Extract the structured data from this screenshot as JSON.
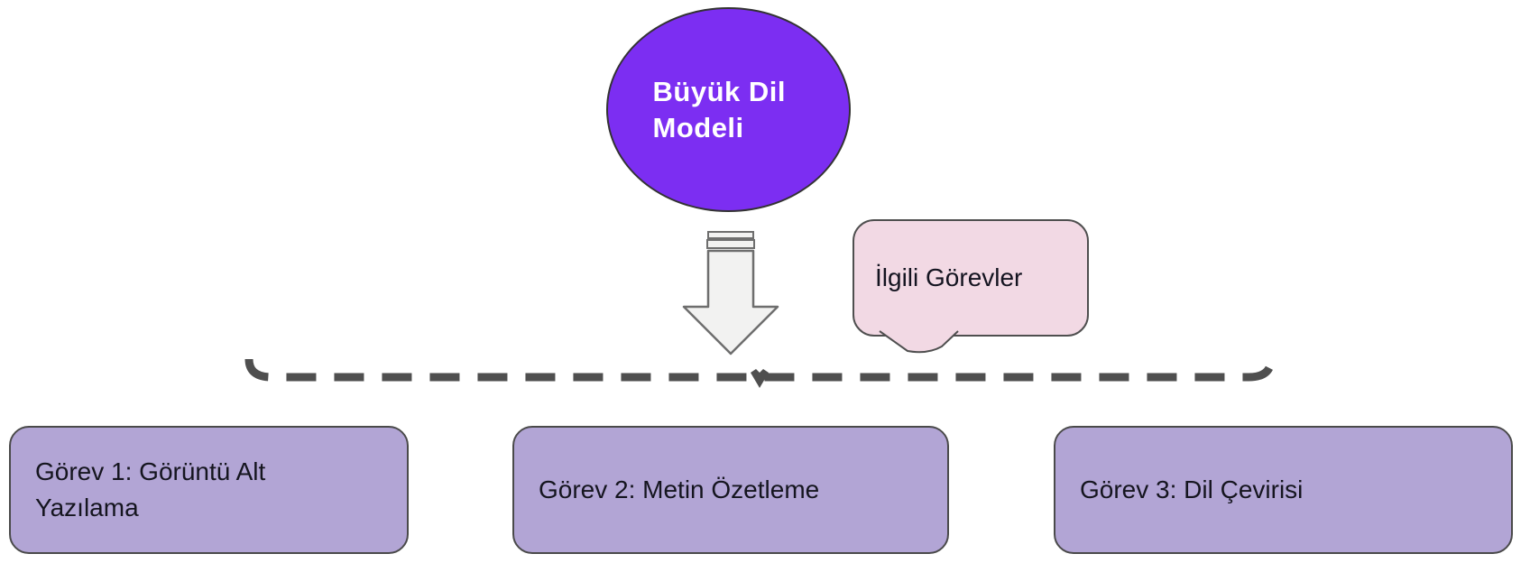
{
  "diagram": {
    "title_hint": "LLM related tasks diagram",
    "root_node": {
      "label": "Büyük Dil Modeli",
      "fill": "#7C2EF2",
      "text_color": "#FFFFFF",
      "shape": "ellipse"
    },
    "down_arrow": {
      "fill": "#F2F2F1",
      "border": "#6E6E6E"
    },
    "callout": {
      "label": "İlgili Görevler",
      "fill": "#F2D9E4",
      "border": "#4F4F4F",
      "text_color": "#141420"
    },
    "connector": {
      "style": "dashed",
      "color": "#4F4F4F"
    },
    "tasks": [
      {
        "label": "Görev 1: Görüntü Alt Yazılama"
      },
      {
        "label": "Görev 2: Metin Özetleme"
      },
      {
        "label": "Görev 3: Dil Çevirisi"
      }
    ],
    "task_style": {
      "fill": "#B2A5D5",
      "border": "#4A4A4A",
      "text_color": "#15151F"
    }
  }
}
